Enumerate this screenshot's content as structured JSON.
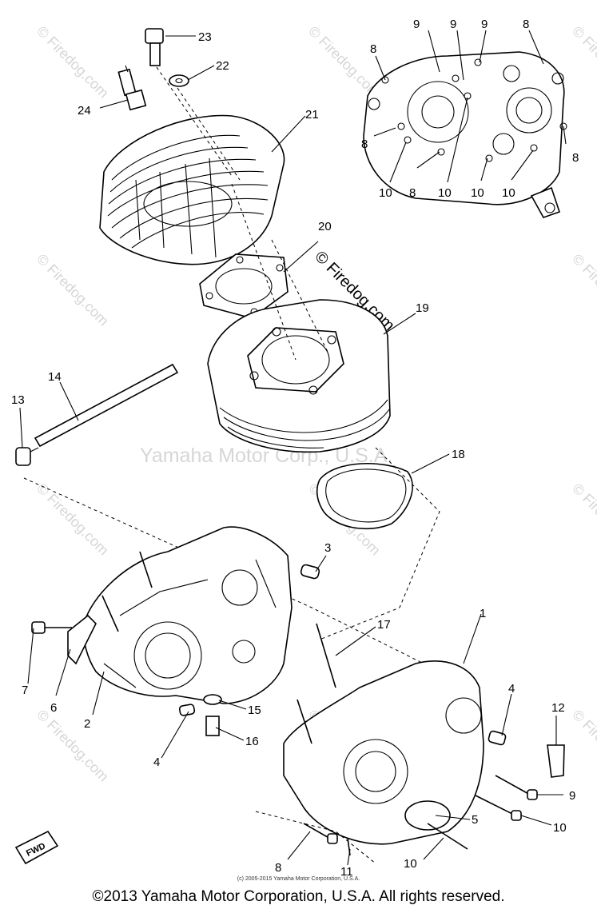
{
  "watermarks": {
    "corner": "© Firedog.com",
    "center": "Yamaha Motor Corp., U.S.A."
  },
  "callouts": {
    "c23": "23",
    "c22": "22",
    "c24": "24",
    "c21": "21",
    "c20": "20",
    "c19": "19",
    "c14": "14",
    "c13": "13",
    "c18": "18",
    "c3": "3",
    "c17": "17",
    "c1": "1",
    "c7": "7",
    "c6": "6",
    "c2": "2",
    "c15": "15",
    "c16": "16",
    "c4a": "4",
    "c4b": "4",
    "c12": "12",
    "c9b": "9",
    "c10b": "10",
    "c5": "5",
    "c10c": "10",
    "c8b": "8",
    "c11": "11",
    "t9a": "9",
    "t9b": "9",
    "t9c": "9",
    "t8a": "8",
    "t8b": "8",
    "t8c": "8",
    "t8d": "8",
    "t8e": "8",
    "t10a": "10",
    "t10b": "10",
    "t10c": "10",
    "t10d": "10"
  },
  "fwd_label": "FWD",
  "small_note": "(c) 2005-2015 Yamaha Motor Corporation, U.S.A.",
  "copyright": "©2013 Yamaha Motor Corporation, U.S.A. All rights reserved."
}
